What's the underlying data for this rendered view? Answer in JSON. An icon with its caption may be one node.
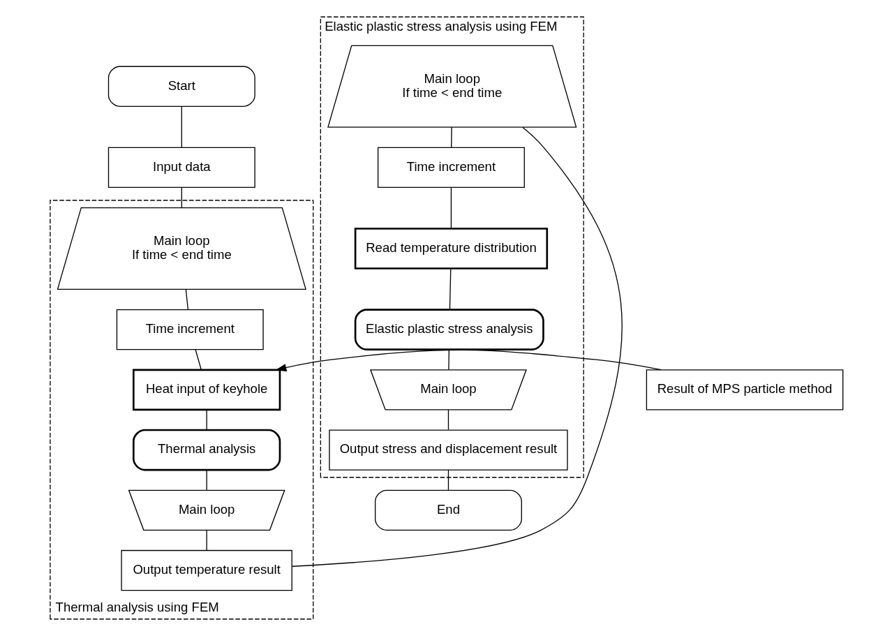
{
  "diagram": {
    "nodes": [
      {
        "text": [
          "Start"
        ]
      },
      {
        "text": [
          "Input data"
        ]
      },
      {
        "text": [
          "Thermal analysis using FEM"
        ]
      },
      {
        "text": [
          "Main loop",
          "If time < end time"
        ],
        "in": 2
      },
      {
        "text": [
          "Time increment"
        ],
        "in": 2
      },
      {
        "text": [
          "Result of MPS particle method"
        ]
      },
      {
        "text": [
          "Heat input of keyhole"
        ],
        "in": 2
      },
      {
        "text": [
          "Thermal analysis"
        ],
        "in": 2
      },
      {
        "text": [
          "Main loop"
        ],
        "in": 2
      },
      {
        "text": [
          "Output temperature result"
        ],
        "in": 2
      },
      {
        "text": [
          "Elastic plastic stress analysis using FEM"
        ]
      },
      {
        "text": [
          "Main loop",
          "If time < end time"
        ],
        "in": 10
      },
      {
        "text": [
          "Time increment"
        ],
        "in": 10
      },
      {
        "text": [
          "Read temperature distribution"
        ],
        "in": 10
      },
      {
        "text": [
          "Elastic plastic stress analysis"
        ],
        "in": 10
      },
      {
        "text": [
          "Main loop"
        ],
        "in": 10
      },
      {
        "text": [
          "Output stress and displacement result"
        ],
        "in": 10
      },
      {
        "text": [
          "End"
        ]
      }
    ],
    "edges": [
      {
        "from": 0,
        "to": 1,
        "arrow": "none"
      },
      {
        "from": 1,
        "to": 3,
        "arrow": "none"
      },
      {
        "from": 3,
        "to": 4,
        "arrow": "none"
      },
      {
        "from": 4,
        "to": 6,
        "arrow": "none"
      },
      {
        "from": 5,
        "to": 6,
        "arrow": "to"
      },
      {
        "from": 6,
        "to": 7,
        "arrow": "none"
      },
      {
        "from": 7,
        "to": 8,
        "arrow": "none"
      },
      {
        "from": 8,
        "to": 9,
        "arrow": "none"
      },
      {
        "from": 9,
        "to": 11,
        "arrow": "none"
      },
      {
        "from": 11,
        "to": 12,
        "arrow": "none"
      },
      {
        "from": 12,
        "to": 13,
        "arrow": "none"
      },
      {
        "from": 13,
        "to": 14,
        "arrow": "none"
      },
      {
        "from": 14,
        "to": 15,
        "arrow": "none"
      },
      {
        "from": 15,
        "to": 16,
        "arrow": "none"
      },
      {
        "from": 16,
        "to": 17,
        "arrow": "none"
      }
    ]
  }
}
